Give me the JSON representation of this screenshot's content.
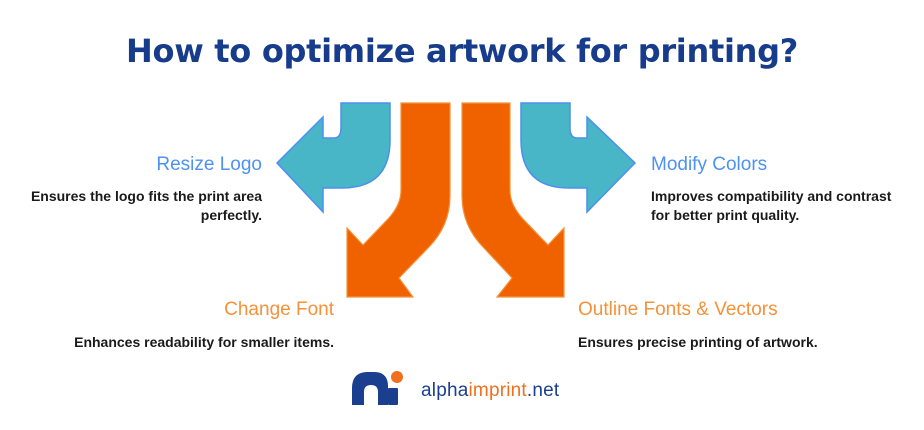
{
  "title": "How to optimize artwork for printing?",
  "colors": {
    "title": "#173c8c",
    "teal_arrow": "#48b6c6",
    "teal_arrow_stroke": "#4d8ff0",
    "orange_arrow": "#f06200",
    "orange_arrow_stroke": "#f4923a",
    "blue_heading": "#4d92f0",
    "orange_heading": "#f4923a",
    "logo_navy": "#1b3f8f",
    "logo_orange": "#f07020"
  },
  "steps": [
    {
      "heading": "Resize Logo",
      "description": "Ensures the logo fits the print area perfectly.",
      "arrow": "teal-left",
      "color": "blue"
    },
    {
      "heading": "Modify Colors",
      "description": "Improves compatibility and contrast for better print quality.",
      "arrow": "teal-right",
      "color": "blue"
    },
    {
      "heading": "Change Font",
      "description": "Enhances readability for smaller items.",
      "arrow": "orange-down-left",
      "color": "orange"
    },
    {
      "heading": "Outline Fonts & Vectors",
      "description": "Ensures precise printing of artwork.",
      "arrow": "orange-down-right",
      "color": "orange"
    }
  ],
  "logo": {
    "brand_part1": "alpha",
    "brand_part2": "imprint",
    "brand_part3": ".net"
  }
}
